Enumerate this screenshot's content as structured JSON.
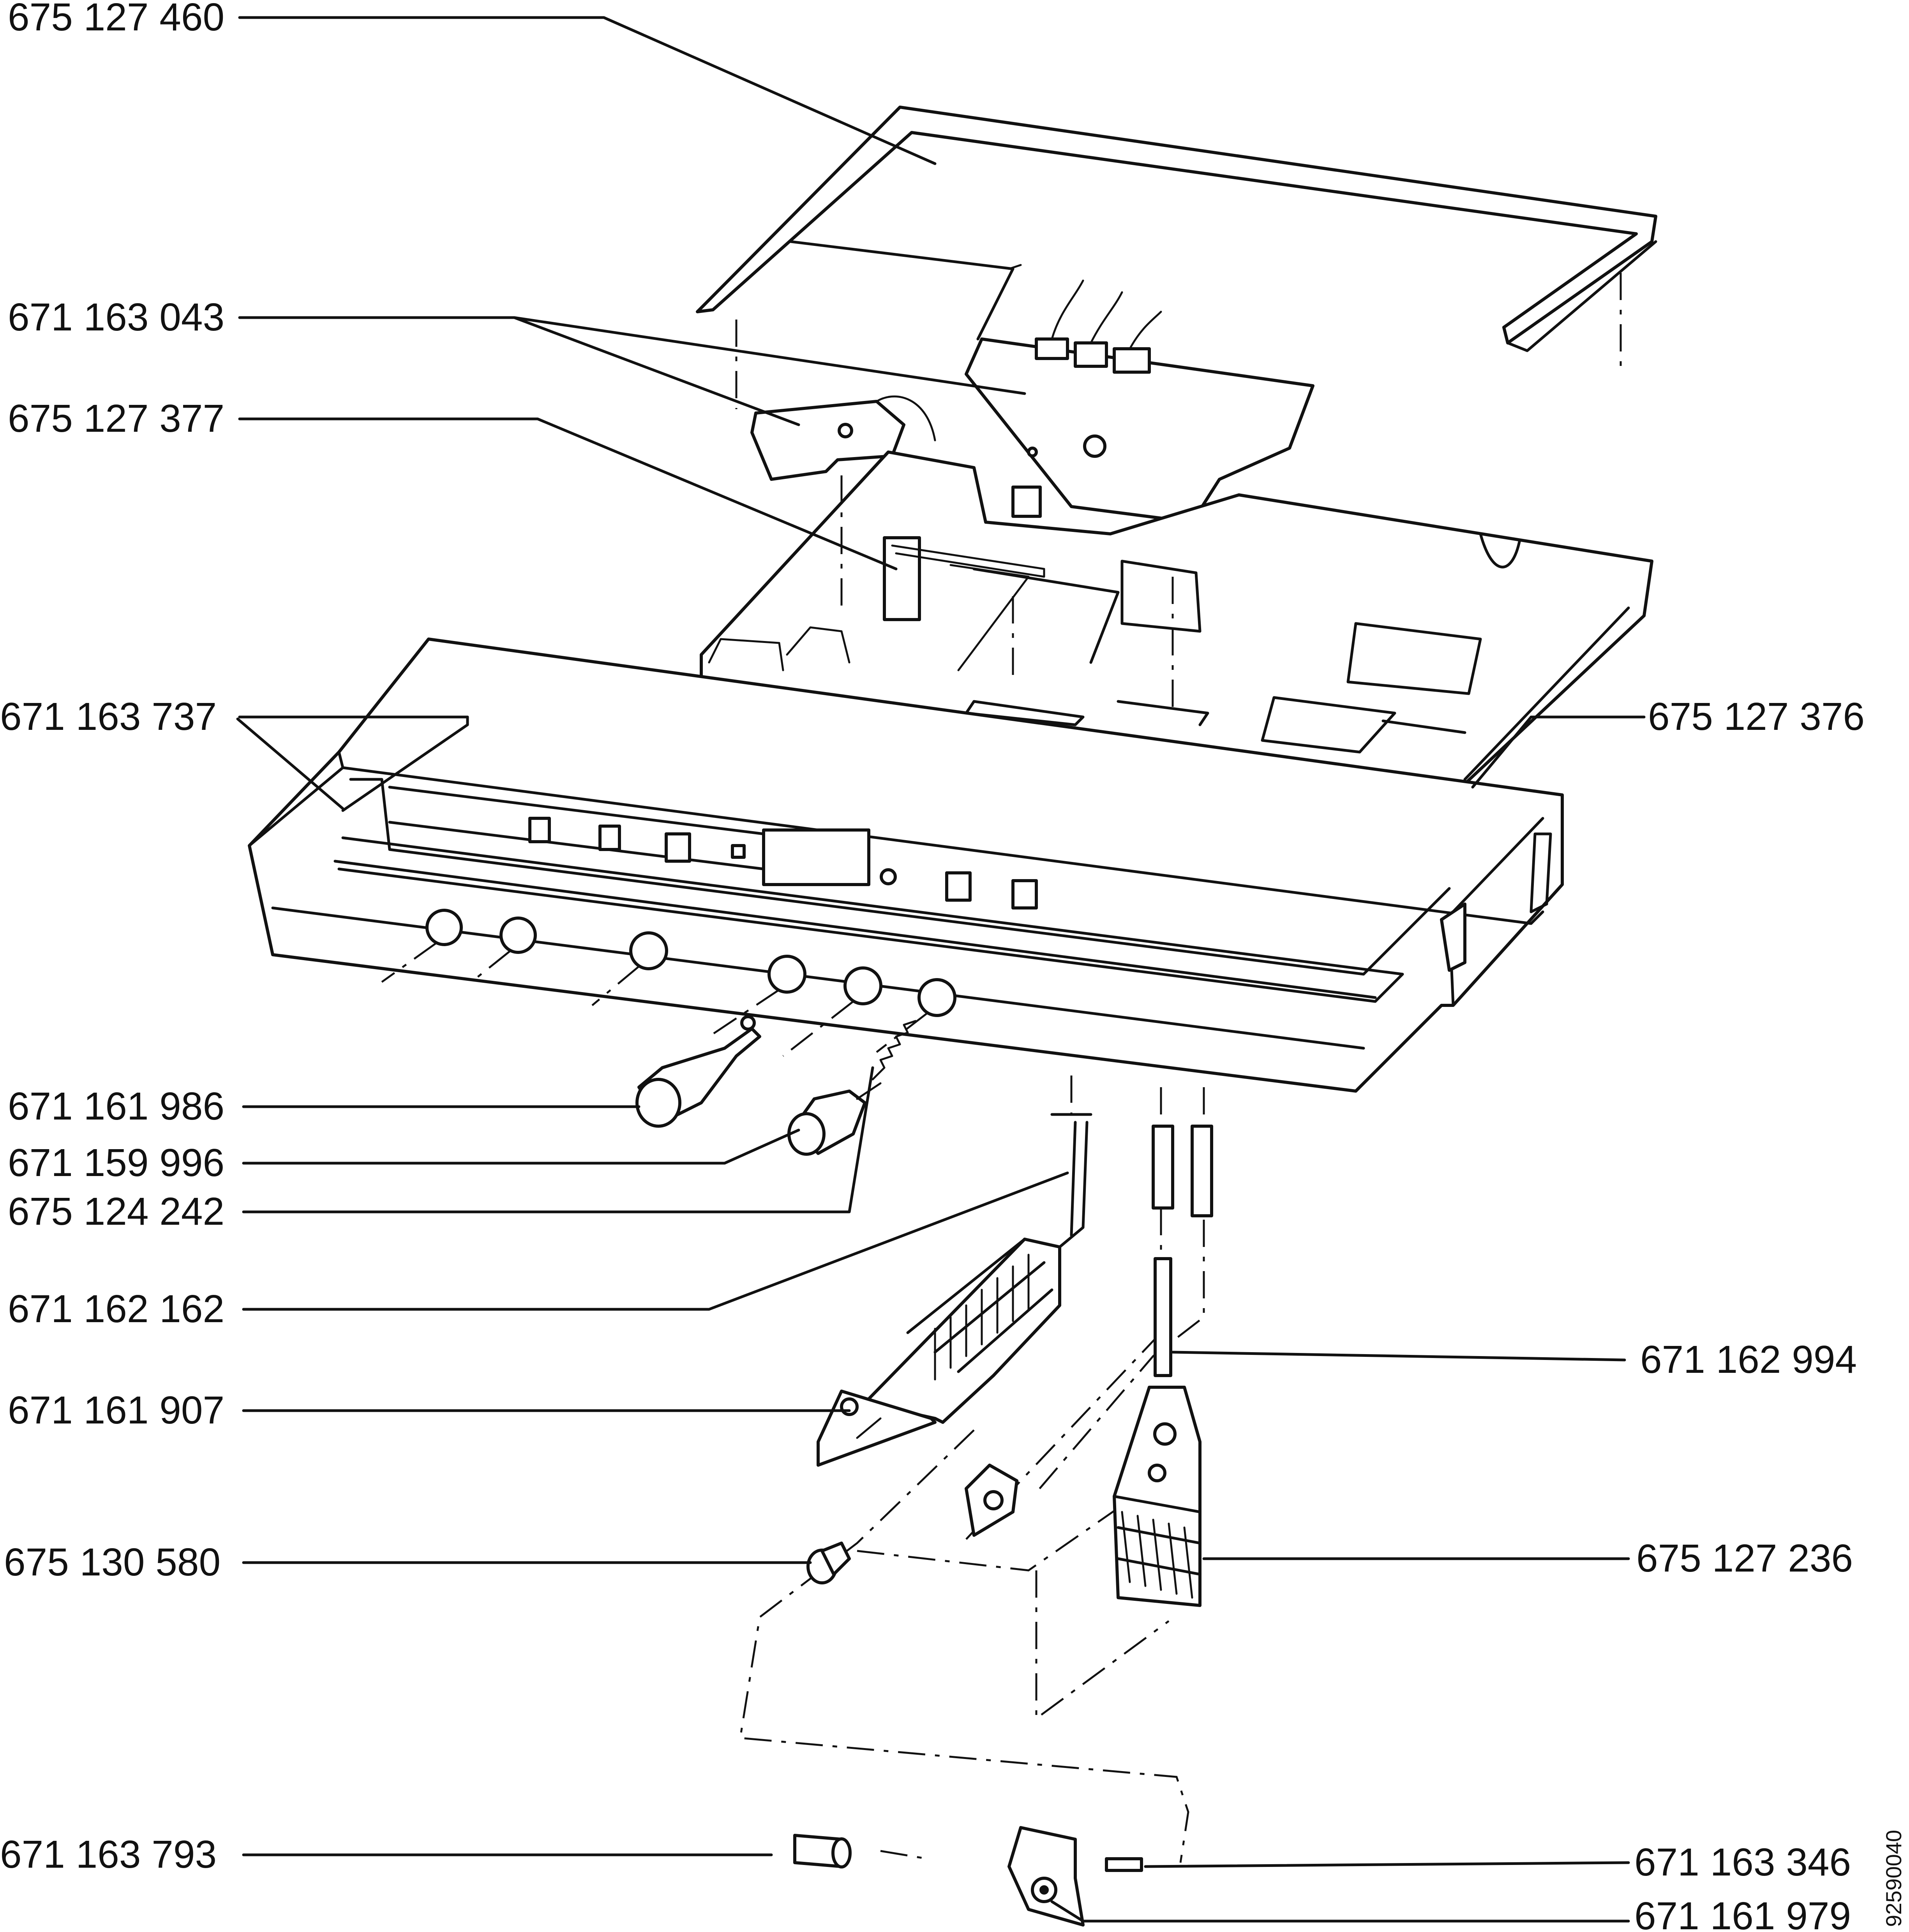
{
  "labels": {
    "p675127460": "675 127 460",
    "p671163043": "671 163 043",
    "p675127377": "675 127 377",
    "p671163737": "671 163 737",
    "p675127376": "675 127 376",
    "p671161986": "671 161 986",
    "p671159996": "671 159 996",
    "p675124242": "675 124 242",
    "p671162162": "671 162 162",
    "p671162994": "671 162 994",
    "p671161907": "671 161 907",
    "p675130580": "675 130 580",
    "p675127236": "675 127 236",
    "p671163793": "671 163 793",
    "p671163346": "671 163 346",
    "p671161979": "671 161 979"
  },
  "drawing_code": "92590040"
}
